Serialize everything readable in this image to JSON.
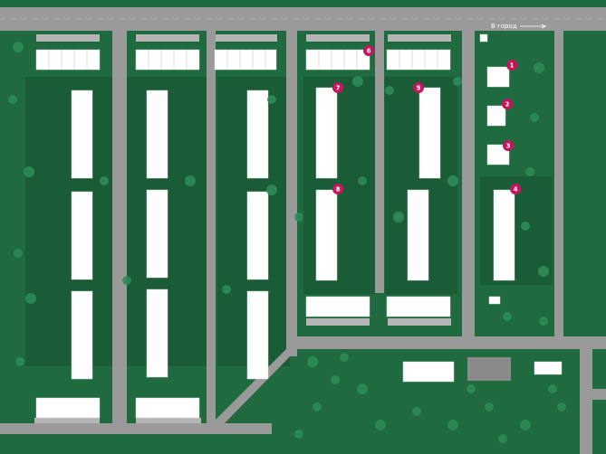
{
  "map": {
    "road_label": "В город",
    "colors": {
      "grass": "#1f6a3e",
      "lawn_dark": "#1a5c36",
      "road": "#9a9a9a",
      "building": "#ffffff",
      "marker": "#c2185b",
      "tree": "#2e8b57"
    },
    "markers": [
      {
        "label": "1"
      },
      {
        "label": "2"
      },
      {
        "label": "3"
      },
      {
        "label": "4"
      },
      {
        "label": "5"
      },
      {
        "label": "6"
      },
      {
        "label": "7"
      },
      {
        "label": "8"
      }
    ]
  }
}
